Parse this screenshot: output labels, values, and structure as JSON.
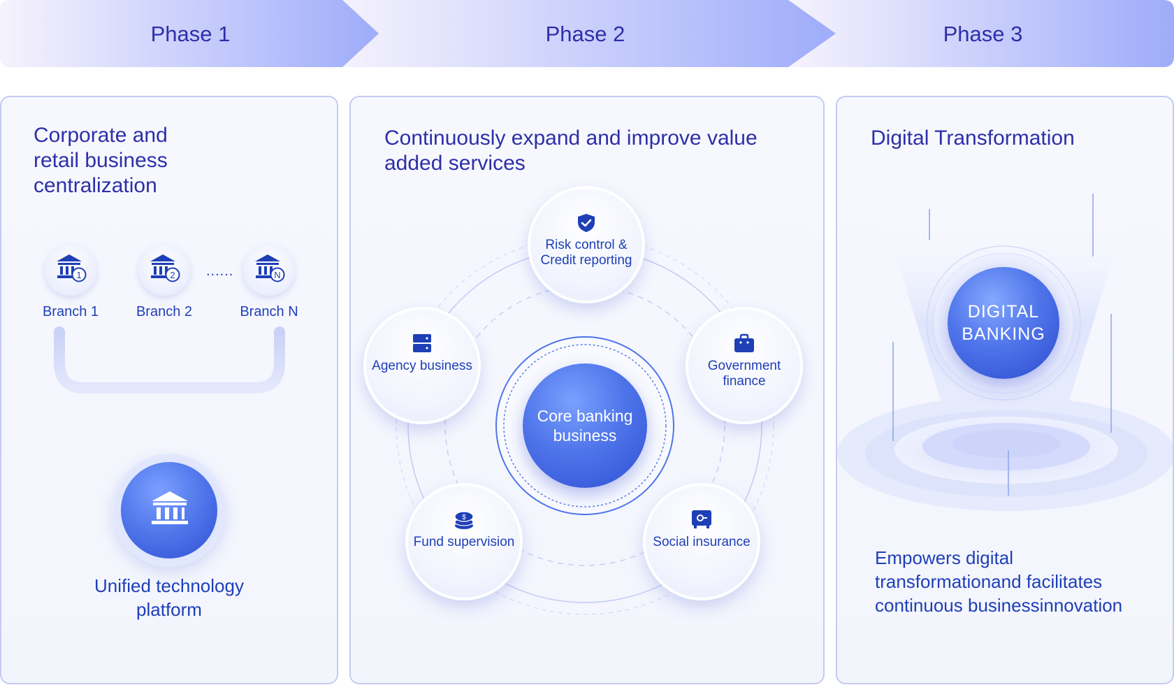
{
  "phases": [
    {
      "label": "Phase 1"
    },
    {
      "label": "Phase 2"
    },
    {
      "label": "Phase 3"
    }
  ],
  "phase1": {
    "title": "Corporate and retail business centralization",
    "branches": [
      {
        "label": "Branch 1",
        "badge": "1"
      },
      {
        "label": "Branch 2",
        "badge": "2"
      },
      {
        "label": "Branch N",
        "badge": "N"
      }
    ],
    "ellipsis": "......",
    "platform_label": "Unified technology platform"
  },
  "phase2": {
    "title": "Continuously expand and improve value added services",
    "core_label": "Core banking business",
    "services": [
      {
        "label": "Risk control & Credit reporting",
        "icon": "shield-check-icon"
      },
      {
        "label": "Government finance",
        "icon": "briefcase-icon"
      },
      {
        "label": "Social insurance",
        "icon": "safe-icon"
      },
      {
        "label": "Fund supervision",
        "icon": "coin-stack-icon"
      },
      {
        "label": "Agency business",
        "icon": "server-icon"
      }
    ]
  },
  "phase3": {
    "title": "Digital Transformation",
    "core_label": "DIGITAL BANKING",
    "description": "Empowers digital transformationand facilitates continuous businessinnovation"
  },
  "colors": {
    "accent": "#2d2fa8",
    "text_blue": "#1e3fb6",
    "core_blue": "#4f75ea",
    "panel_border": "#c5cbf2"
  }
}
